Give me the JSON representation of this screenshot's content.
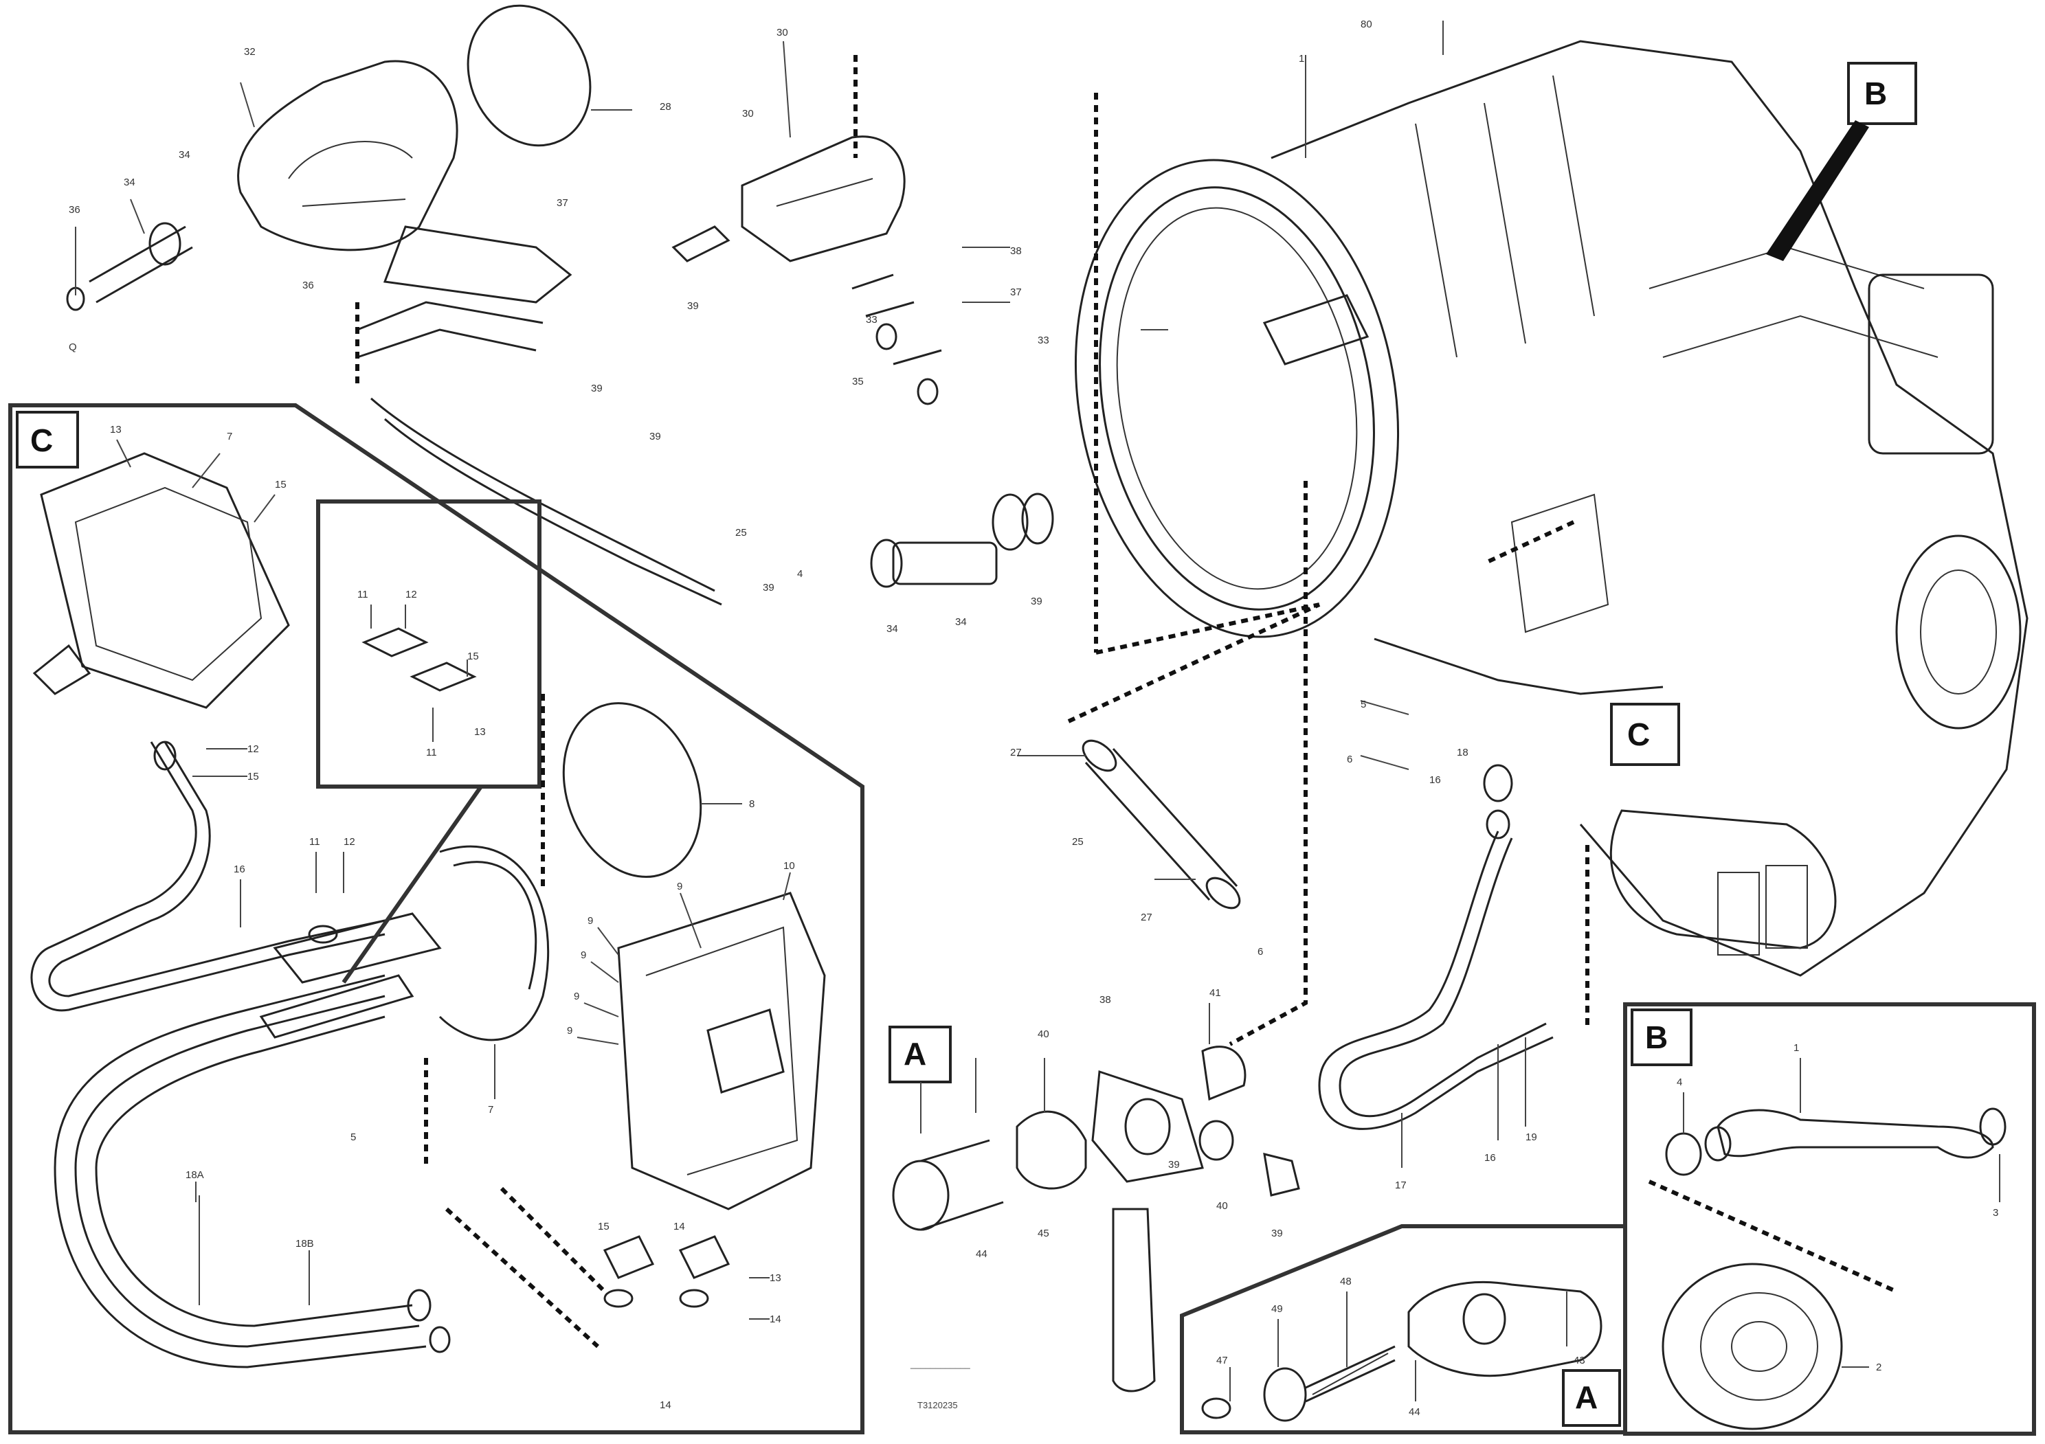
{
  "diagram": {
    "callouts": {
      "B_top": "B",
      "C_main": "C",
      "A_main": "A",
      "C_inset": "C",
      "B_inset": "B",
      "A_inset": "A"
    },
    "drawing_number": {
      "line1": "____________",
      "line2": "T3120235"
    }
  }
}
